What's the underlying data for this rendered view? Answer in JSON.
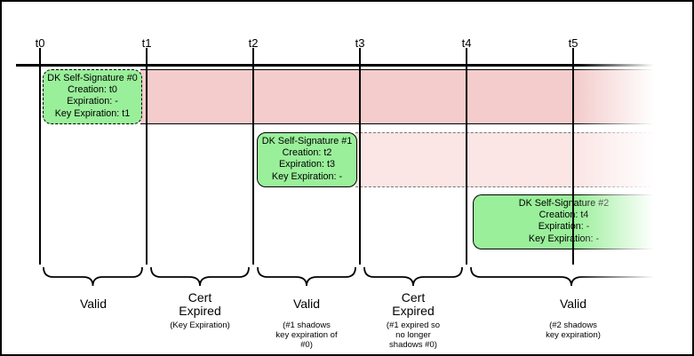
{
  "diagram": {
    "ticks": [
      {
        "label": "t0"
      },
      {
        "label": "t1"
      },
      {
        "label": "t2"
      },
      {
        "label": "t3"
      },
      {
        "label": "t4"
      },
      {
        "label": "t5"
      }
    ],
    "signatures": [
      {
        "text": "DK Self-Signature #0\nCreation: t0\nExpiration: -\nKey Expiration: t1"
      },
      {
        "text": "DK Self-Signature #1\nCreation: t2\nExpiration: t3\nKey Expiration: -"
      },
      {
        "text": "DK Self-Signature #2\nCreation: t4\nExpiration: -\nKey Expiration: -"
      }
    ],
    "segments": [
      {
        "label": "Valid",
        "note": ""
      },
      {
        "label": "Cert\nExpired",
        "note": "(Key Expiration)"
      },
      {
        "label": "Valid",
        "note": "(#1 shadows\nkey expiration of\n#0)"
      },
      {
        "label": "Cert\nExpired",
        "note": "(#1 expired so\nno longer\nshadows #0)"
      },
      {
        "label": "Valid",
        "note": "(#2 shadows\nkey expiration)"
      }
    ],
    "colors": {
      "signature_green": "#9aef9a",
      "expired_band_pink": "#f4cccc",
      "shadow_band_pink": "#fbe5e5",
      "line_black": "#000000"
    }
  }
}
